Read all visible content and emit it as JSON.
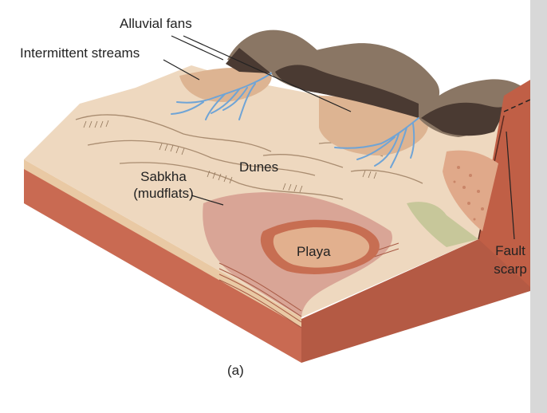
{
  "diagram": {
    "labels": {
      "alluvial_fans": "Alluvial fans",
      "intermittent_streams": "Intermittent streams",
      "dunes": "Dunes",
      "sabkha_line1": "Sabkha",
      "sabkha_line2": "(mudflats)",
      "playa": "Playa",
      "fault_line1": "Fault",
      "fault_line2": "scarp",
      "panel": "(a)"
    },
    "colors": {
      "background": "#ffffff",
      "right_strip": "#d8d8d8",
      "sand_surface": "#eed8bf",
      "block_front": "#c96a52",
      "block_side": "#b45a44",
      "fan": "#ddb492",
      "mountain_dark": "#4a3a32",
      "mountain_light": "#8a7664",
      "stream": "#6fa4d6",
      "sabkha": "#d9a596",
      "playa": "#e2b08e",
      "playa_rim": "#c76e52",
      "gravel": "#e0a98a"
    }
  }
}
